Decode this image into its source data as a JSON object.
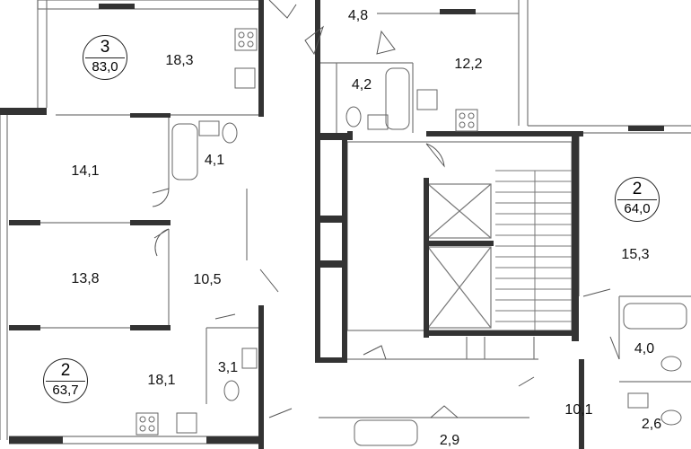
{
  "apartments": [
    {
      "rooms": "3",
      "area": "83,0"
    },
    {
      "rooms": "2",
      "area": "64,0"
    },
    {
      "rooms": "2",
      "area": "63,7"
    }
  ],
  "room_areas": {
    "r18_3": "18,3",
    "r4_8": "4,8",
    "r4_2": "4,2",
    "r12_2": "12,2",
    "r14_1": "14,1",
    "r4_1": "4,1",
    "r13_8": "13,8",
    "r10_5": "10,5",
    "r15_3": "15,3",
    "r18_1": "18,1",
    "r3_1": "3,1",
    "r4_0": "4,0",
    "r10_1": "10,1",
    "r2_6": "2,6",
    "r2_9": "2,9"
  }
}
